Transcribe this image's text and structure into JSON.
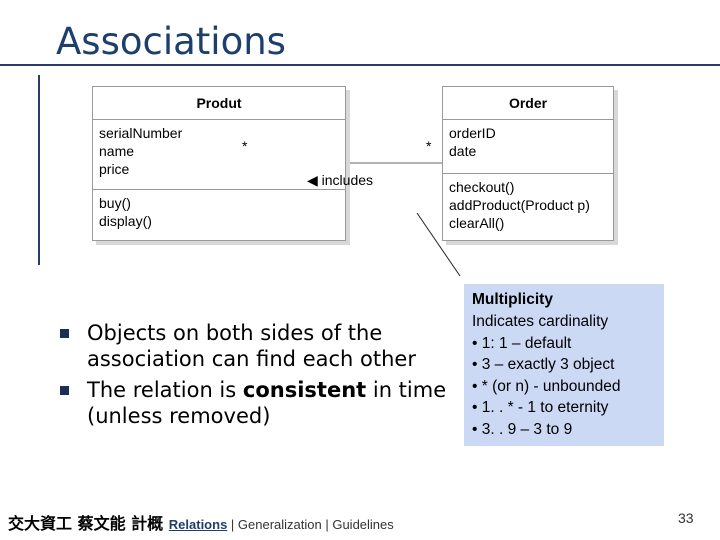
{
  "slide": {
    "title": "Associations",
    "page_number": "33"
  },
  "diagram": {
    "class_left": {
      "name": "Produt",
      "attributes": [
        "serialNumber",
        "name",
        "price"
      ],
      "operations": [
        "buy()",
        "display()"
      ]
    },
    "class_right": {
      "name": "Order",
      "attributes": [
        "orderID",
        "date"
      ],
      "operations": [
        "checkout()",
        "addProduct(Product p)",
        "clearAll()"
      ]
    },
    "association": {
      "label": "◀ includes",
      "multiplicity_left": "*",
      "multiplicity_right": "*"
    }
  },
  "note": {
    "title": "Multiplicity",
    "lines": [
      "Indicates cardinality",
      "• 1: 1 – default",
      "• 3 – exactly 3 object",
      "• * (or n) - unbounded",
      "• 1. . * - 1 to eternity",
      "• 3. . 9 – 3 to 9"
    ]
  },
  "bullets": [
    {
      "text": "Objects on both sides of the association can find each other"
    },
    {
      "before": "The relation is ",
      "bold": "consistent",
      "after": " in time (unless removed)"
    }
  ],
  "footer": {
    "school": "交大資工 蔡文能 計概",
    "active": "Relations",
    "separator": " | ",
    "items": [
      "Generalization",
      "Guidelines"
    ]
  },
  "colors": {
    "title": "#1d3f6e",
    "note_bg": "#cbd9f4",
    "bullet_marker": "#1b2e55"
  }
}
